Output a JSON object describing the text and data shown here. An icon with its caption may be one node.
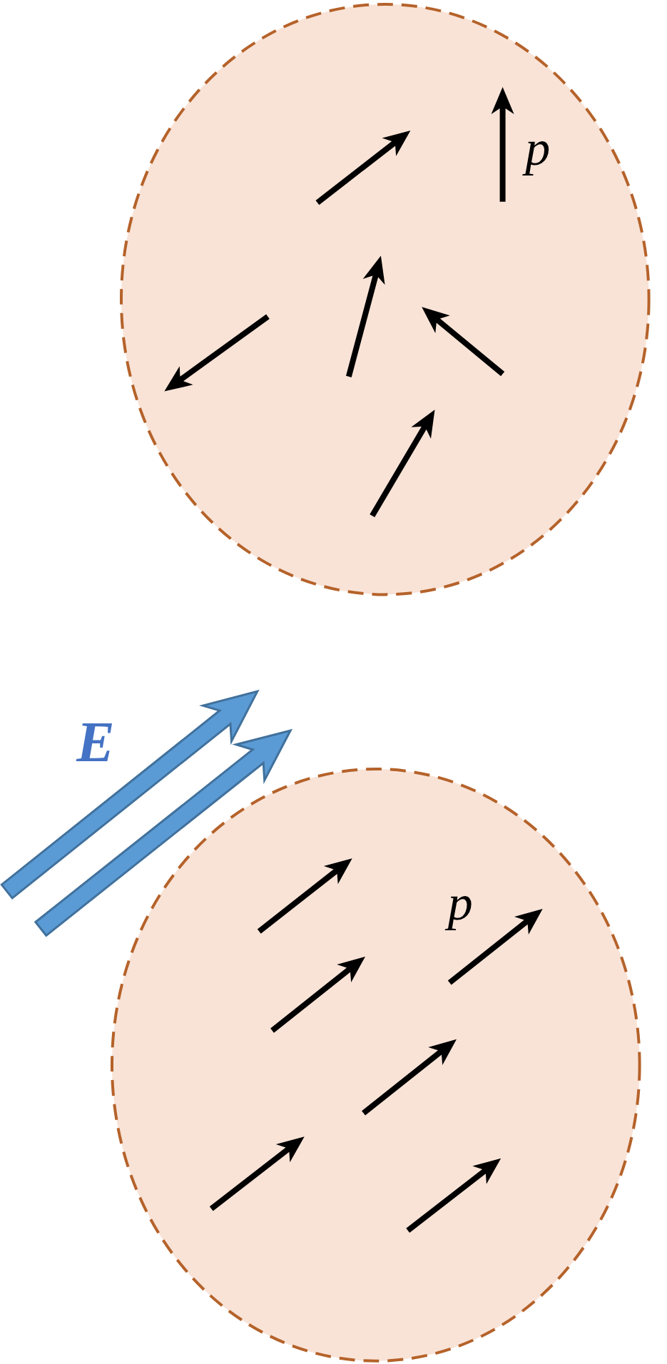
{
  "diagram": {
    "nodes": [
      {
        "text": [
          "p"
        ]
      },
      {
        "text": [
          "p"
        ]
      }
    ],
    "labels": [
      "E"
    ]
  }
}
